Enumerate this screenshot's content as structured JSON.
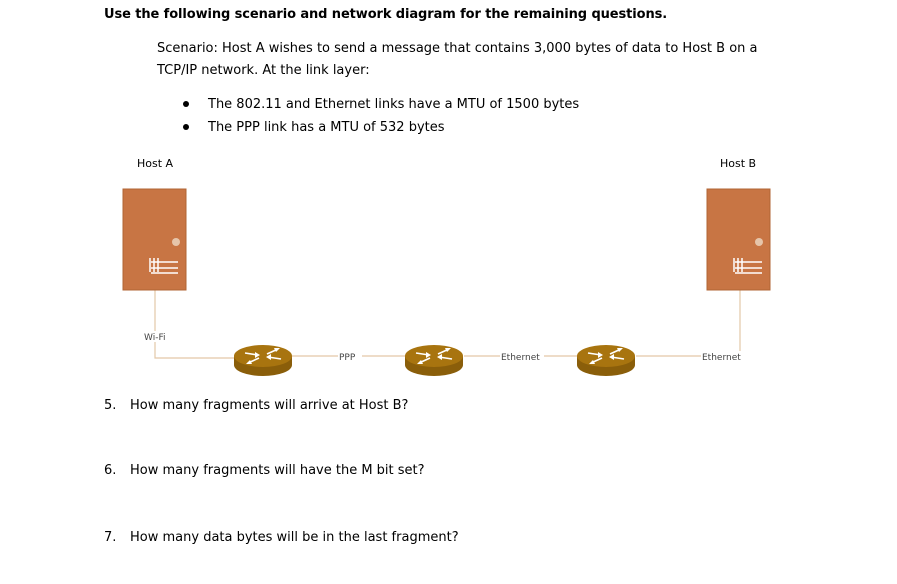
{
  "heading": "Use the following scenario and network diagram for the remaining questions.",
  "scenario": "Scenario: Host A wishes to send a message that contains 3,000 bytes of data to Host B on a TCP/IP network. At the link layer:",
  "bullets": [
    "The 802.11 and Ethernet links have a MTU of 1500 bytes",
    "The PPP link has a MTU of 532 bytes"
  ],
  "diagram": {
    "host_a_label": "Host A",
    "host_b_label": "Host B",
    "links": [
      "Wi-Fi",
      "PPP",
      "Ethernet",
      "Ethernet"
    ],
    "colors": {
      "server": "#c87544",
      "router": "#a8740f",
      "line": "#e3c8a8"
    }
  },
  "questions": [
    {
      "number": "5.",
      "text": "How many fragments will arrive at Host B?"
    },
    {
      "number": "6.",
      "text": "How many fragments will have the M bit set?"
    },
    {
      "number": "7.",
      "text": "How many data bytes will be in the last fragment?"
    }
  ]
}
